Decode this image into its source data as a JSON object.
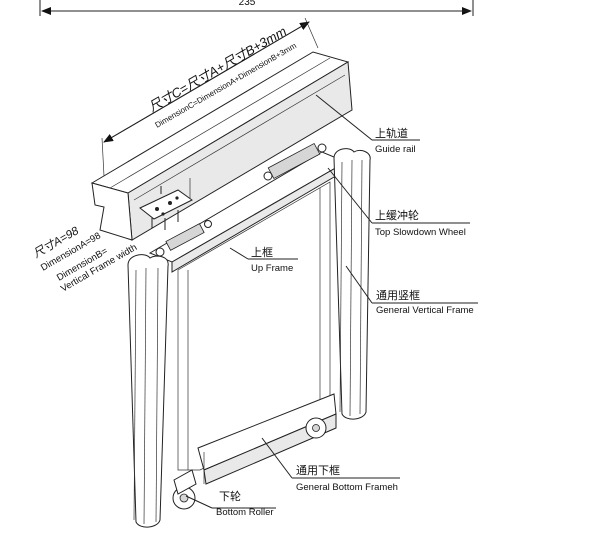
{
  "top_dimension": "235",
  "rotated_dims": {
    "dim_c_zh": "尺寸C=尺寸A+尺寸B+3mm",
    "dim_c_en": "DimensionC=DimensionA+DimensionB+3mm",
    "dim_a_zh": "尺寸A=98",
    "dim_a_en": "DimensionA=98",
    "dim_b_en1": "DimensionB=",
    "dim_b_en2": "Vertical Frame width"
  },
  "callouts": [
    {
      "zh": "上轨道",
      "en": "Guide rail"
    },
    {
      "zh": "上缓冲轮",
      "en": "Top Slowdown Wheel"
    },
    {
      "zh": "上框",
      "en": "Up Frame"
    },
    {
      "zh": "通用竖框",
      "en": "General Vertical Frame"
    },
    {
      "zh": "通用下框",
      "en": "General Bottom Frameh"
    },
    {
      "zh": "下轮",
      "en": "Bottom Roller"
    }
  ]
}
